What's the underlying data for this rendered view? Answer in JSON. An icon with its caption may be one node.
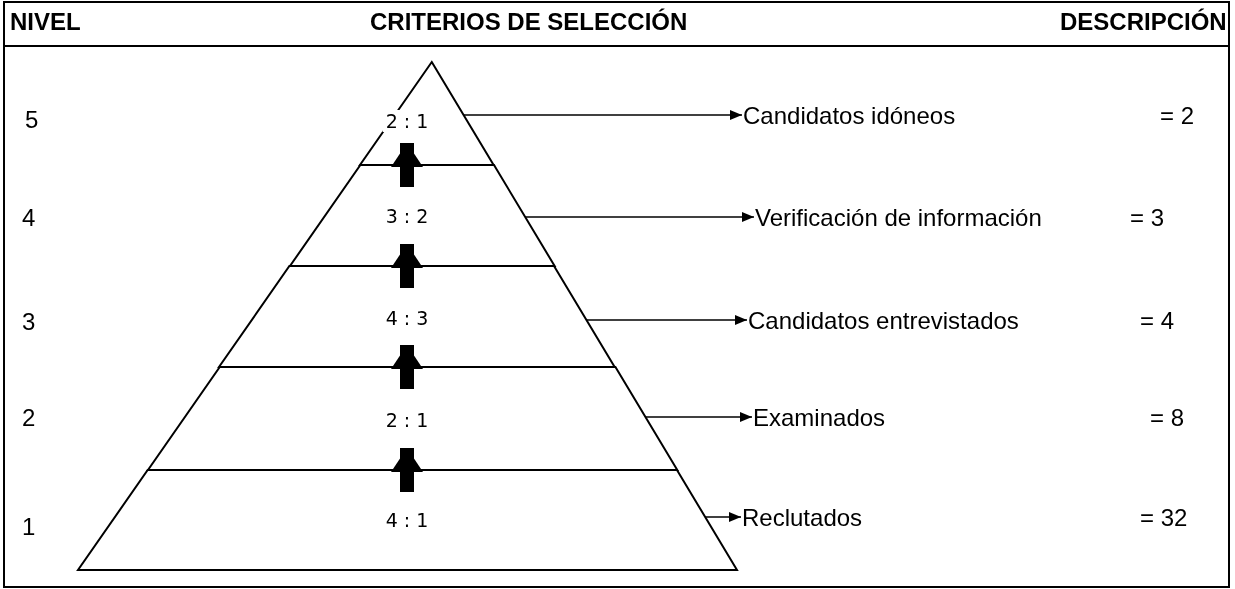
{
  "diagram": {
    "nodes": [
      {
        "text": [
          "2 : 1"
        ]
      },
      {
        "text": [
          "Candidatos idóneos",
          "= 2"
        ]
      },
      {
        "text": [
          "3 : 2"
        ]
      },
      {
        "text": [
          "Verificación de información",
          "= 3"
        ]
      },
      {
        "text": [
          "4 : 3"
        ]
      },
      {
        "text": [
          "Candidatos entrevistados",
          "= 4"
        ]
      },
      {
        "text": [
          "2 : 1"
        ]
      },
      {
        "text": [
          "Examinados",
          "= 8"
        ]
      },
      {
        "text": [
          "4 : 1"
        ]
      },
      {
        "text": [
          "Reclutados",
          "= 32"
        ]
      }
    ],
    "edges": [
      {
        "from": 0,
        "to": 1,
        "arrow": "to"
      },
      {
        "from": 2,
        "to": 3,
        "arrow": "to"
      },
      {
        "from": 4,
        "to": 5,
        "arrow": "to"
      },
      {
        "from": 6,
        "to": 7,
        "arrow": "to"
      },
      {
        "from": 8,
        "to": 9,
        "arrow": "to"
      },
      {
        "from": 8,
        "to": 6,
        "arrow": "to",
        "style": "thick"
      },
      {
        "from": 6,
        "to": 4,
        "arrow": "to",
        "style": "thick"
      },
      {
        "from": 4,
        "to": 2,
        "arrow": "to",
        "style": "thick"
      },
      {
        "from": 2,
        "to": 0,
        "arrow": "to",
        "style": "thick"
      }
    ],
    "labels": [
      "NIVEL",
      "CRITERIOS DE SELECCIÓN",
      "DESCRIPCIÓN",
      "5",
      "4",
      "3",
      "2",
      "1"
    ]
  }
}
